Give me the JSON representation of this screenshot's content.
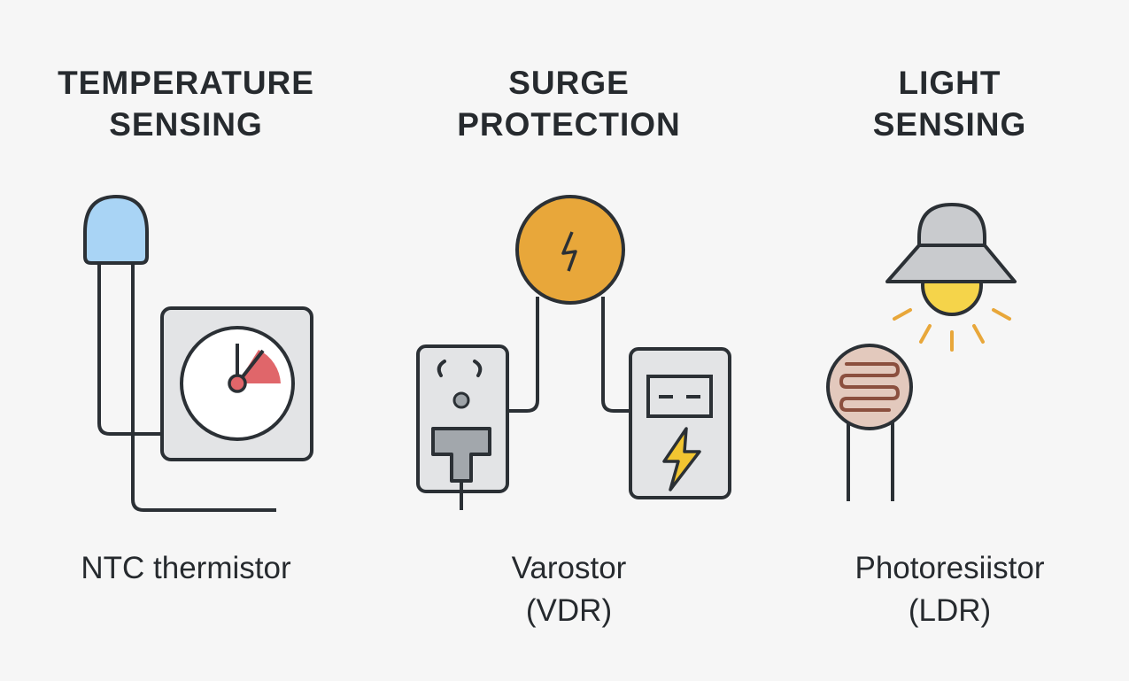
{
  "panels": [
    {
      "heading_line1": "TEMPERATURE",
      "heading_line2": "SENSING",
      "caption_line1": "NTC thermistor",
      "caption_line2": ""
    },
    {
      "heading_line1": "SURGE",
      "heading_line2": "PROTECTION",
      "caption_line1": "Varostor",
      "caption_line2": "(VDR)"
    },
    {
      "heading_line1": "LIGHT",
      "heading_line2": "SENSING",
      "caption_line1": "Photoresiistor",
      "caption_line2": "(LDR)"
    }
  ],
  "colors": {
    "background": "#f6f6f6",
    "stroke": "#2b3035",
    "thermistor_bead": "#a9d4f5",
    "gauge_sector": "#e0666a",
    "varistor_disc": "#e8a73a",
    "lamp_glow": "#f5d44a",
    "lamp_shade": "#c9cbce",
    "ldr_body": "#e3c9bd",
    "ldr_track": "#8b4f3e",
    "panel_fill": "#e3e4e6",
    "spark": "#f2c531"
  },
  "icons": [
    "thermistor-icon",
    "gauge-icon",
    "varistor-icon",
    "wall-socket-icon",
    "power-meter-icon",
    "lamp-icon",
    "photoresistor-icon"
  ]
}
